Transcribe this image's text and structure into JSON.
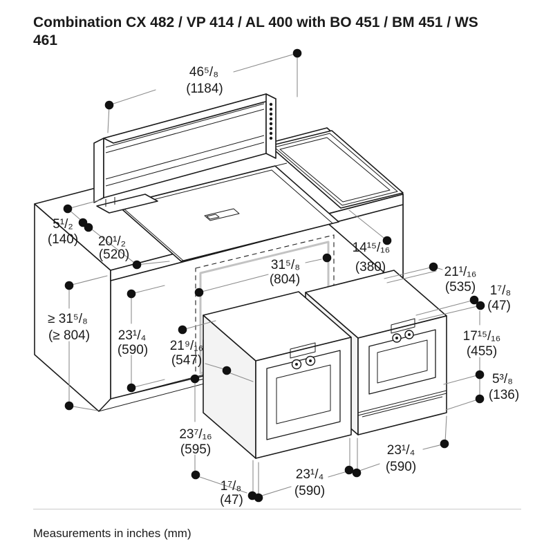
{
  "title": "Combination CX 482 / VP 414 / AL 400 with BO 451 / BM 451 / WS 461",
  "footer_note": "Measurements in inches (mm)",
  "colors": {
    "line": "#1a1a1a",
    "leader": "#8c8c8c",
    "niche_highlight": "#c3c3c3",
    "side_shade": "#f3f3f3",
    "dot": "#111111"
  },
  "annotations": [
    {
      "id": "hood-width",
      "inches": "46⁵/₈",
      "mm": "(1184)"
    },
    {
      "id": "hood-body-depth",
      "inches": "5¹/₂",
      "mm": "(140)"
    },
    {
      "id": "cooktop-depth",
      "inches": "20¹/₂",
      "mm": "(520)"
    },
    {
      "id": "niche-width",
      "inches": "31⁵/₈",
      "mm": "(804)"
    },
    {
      "id": "grill-width",
      "inches": "14¹⁵/₁₆",
      "mm": "(380)"
    },
    {
      "id": "cabinet-depth",
      "inches": "21¹/₁₆",
      "mm": "(535)"
    },
    {
      "id": "top-gap",
      "inches": "1⁷/₈",
      "mm": "(47)"
    },
    {
      "id": "oven-niche-height",
      "inches": "17¹⁵/₁₆",
      "mm": "(455)"
    },
    {
      "id": "drawer-height",
      "inches": "5³/₈",
      "mm": "(136)"
    },
    {
      "id": "min-cabinet-height",
      "inches": "≥ 31⁵/₈",
      "mm": "(≥ 804)"
    },
    {
      "id": "niche-height",
      "inches": "23¹/₄",
      "mm": "(590)"
    },
    {
      "id": "oven-depth",
      "inches": "21⁹/₁₆",
      "mm": "(547)"
    },
    {
      "id": "front-height",
      "inches": "23⁷/₁₆",
      "mm": "(595)"
    },
    {
      "id": "bottom-gap",
      "inches": "1⁷/₈",
      "mm": "(47)"
    },
    {
      "id": "oven-width",
      "inches": "23¹/₄",
      "mm": "(590)"
    },
    {
      "id": "drawer-unit-width",
      "inches": "23¹/₄",
      "mm": "(590)"
    }
  ]
}
